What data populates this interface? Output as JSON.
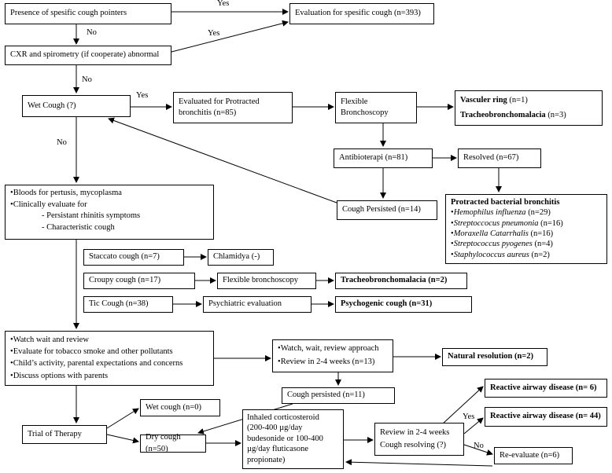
{
  "boxes": {
    "specific_pointers": "Presence of spesific cough pointers",
    "eval_specific": "Evaluation for spesific cough (n=393)",
    "cxr": "CXR and spirometry (if cooperate) abnormal",
    "wet_cough": "Wet Cough (?)",
    "eval_pbb": "Evaluated for Protracted bronchitis (n=85)",
    "flex_bronch": "Flexible Bronchoscopy",
    "vascular_ring": "Vasculer ring",
    "vascular_ring_n": "(n=1)",
    "tracheo1": "Tracheobronchomalacia",
    "tracheo1_n": "(n=3)",
    "antibioterapi": "Antibioterapi (n=81)",
    "resolved": "Resolved (n=67)",
    "cough_persisted14": "Cough Persisted (n=14)",
    "pbb_title": "Protracted bacterial bronchitis",
    "pbb_items": [
      {
        "name": "Hemophilus influenza",
        "n": "(n=29)"
      },
      {
        "name": "Streptoccocus pneumonia",
        "n": "(n=16)"
      },
      {
        "name": "Moraxella Catarrhalis",
        "n": "(n=16)"
      },
      {
        "name": "Streptococcus pyogenes",
        "n": "(n=4)"
      },
      {
        "name": "Staphylococcus aureus",
        "n": "(n=2)"
      }
    ],
    "bloods_line1": "Bloods for pertusis, mycoplasma",
    "bloods_line2": "Clinically evaluate for",
    "bloods_line3": "- Persistant rhinitis symptoms",
    "bloods_line4": "- Characteristic cough",
    "staccato": "Staccato cough (n=7)",
    "chlamidya": "Chlamidya (-)",
    "croupy": "Croupy cough (n=17)",
    "flex_bronch2": "Flexible bronchoscopy",
    "tracheo2": "Tracheobronchomalacia (n=2)",
    "tic": "Tic Cough (n=38)",
    "psych_eval": "Psychiatric evaluation",
    "psychogenic": "Psychogenic cough (n=31)",
    "watch_items": [
      "Watch wait and review",
      "Evaluate for tobacco smoke and other pollutants",
      "Child’s activity, parental expectations and concerns",
      "Discuss options with parents"
    ],
    "watch_review_items": [
      "Watch, wait, review  approach",
      "Review in 2-4 weeks  (n=13)"
    ],
    "natural_resolution": "Natural resolution (n=2)",
    "cough_persisted11": "Cough persisted (n=11)",
    "reactive6": "Reactive airway disease (n= 6)",
    "reactive44": "Reactive airway disease (n= 44)",
    "wet_cough0": "Wet cough (n=0)",
    "trial": "Trial of Therapy",
    "dry_cough": "Dry cough (n=50)",
    "ics": "Inhaled corticosteroid (200-400 µg/day budesonide or 100-400 µg/day fluticasone propionate)",
    "review_line1": "Review in 2-4 weeks",
    "review_line2": "Cough resolving (?)",
    "re_evaluate": "Re-evaluate (n=6)"
  },
  "labels": {
    "yes": "Yes",
    "no": "No"
  }
}
